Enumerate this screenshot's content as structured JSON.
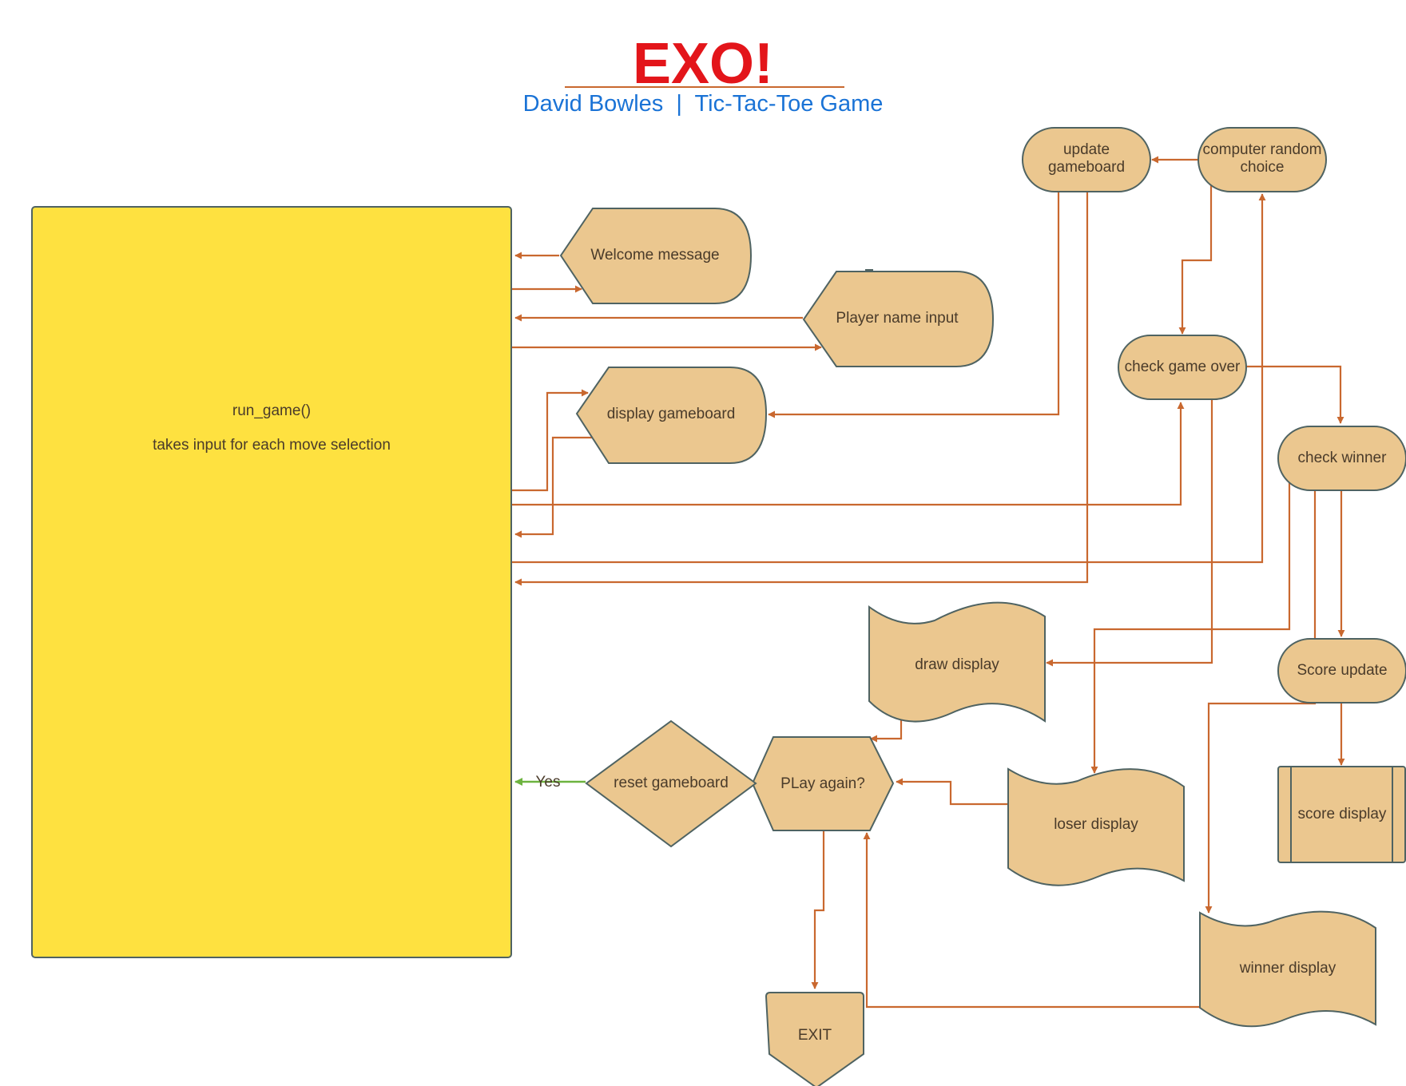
{
  "header": {
    "title": "EXO!",
    "subtitle": "David Bowles  |  Tic-Tac-Toe Game"
  },
  "colors": {
    "title": "#e3151a",
    "subtitle": "#1a73d6",
    "node_fill": "#ebc78f",
    "node_stroke": "#4f6362",
    "main_block_fill": "#fee140",
    "edge": "#c9682f",
    "yes_edge": "#6db33f"
  },
  "nodes": {
    "run_game": {
      "line1": "run_game()",
      "line2": "takes input for each  move selection"
    },
    "welcome": "Welcome message",
    "player_name": "Player name input",
    "display_gameboard": "display gameboard",
    "update_gameboard": {
      "line1": "update",
      "line2": "gameboard"
    },
    "computer_choice": {
      "line1": "computer random",
      "line2": "choice"
    },
    "check_game_over": "check game over",
    "check_winner": "check winner",
    "score_update": "Score update",
    "score_display": "score display",
    "draw_display": "draw display",
    "loser_display": "loser display",
    "winner_display": "winner display",
    "play_again": "PLay again?",
    "reset_gameboard": "reset gameboard",
    "exit": "EXIT"
  },
  "edge_labels": {
    "yes": "Yes"
  }
}
